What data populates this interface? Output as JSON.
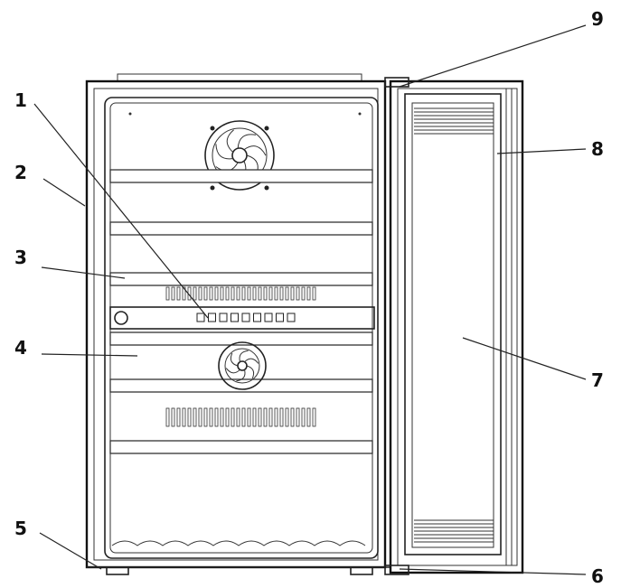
{
  "diagram": {
    "callouts": [
      {
        "id": "1",
        "label": "1"
      },
      {
        "id": "2",
        "label": "2"
      },
      {
        "id": "3",
        "label": "3"
      },
      {
        "id": "4",
        "label": "4"
      },
      {
        "id": "5",
        "label": "5"
      },
      {
        "id": "6",
        "label": "6"
      },
      {
        "id": "7",
        "label": "7"
      },
      {
        "id": "8",
        "label": "8"
      },
      {
        "id": "9",
        "label": "9"
      }
    ],
    "colors": {
      "line": "#222222",
      "background": "#ffffff"
    }
  }
}
